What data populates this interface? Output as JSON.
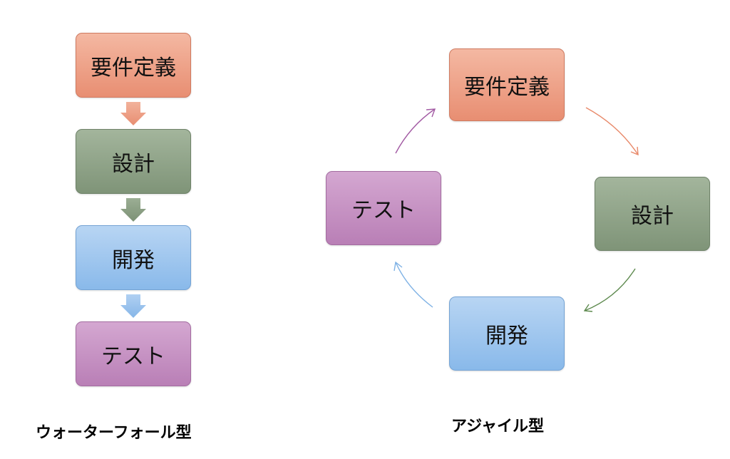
{
  "waterfall": {
    "title": "ウォーターフォール型",
    "steps": [
      "要件定義",
      "設計",
      "開発",
      "テスト"
    ]
  },
  "agile": {
    "title": "アジャイル型",
    "steps": [
      "要件定義",
      "設計",
      "開発",
      "テスト"
    ]
  },
  "colors": {
    "requirements": "#ec9a7e",
    "design": "#8a9f83",
    "development": "#94c0ee",
    "test": "#c08cbd",
    "arrow_req": "#e8896a",
    "arrow_design": "#5e8a4f",
    "arrow_dev": "#7fb2e5",
    "arrow_test": "#a25aa3"
  }
}
